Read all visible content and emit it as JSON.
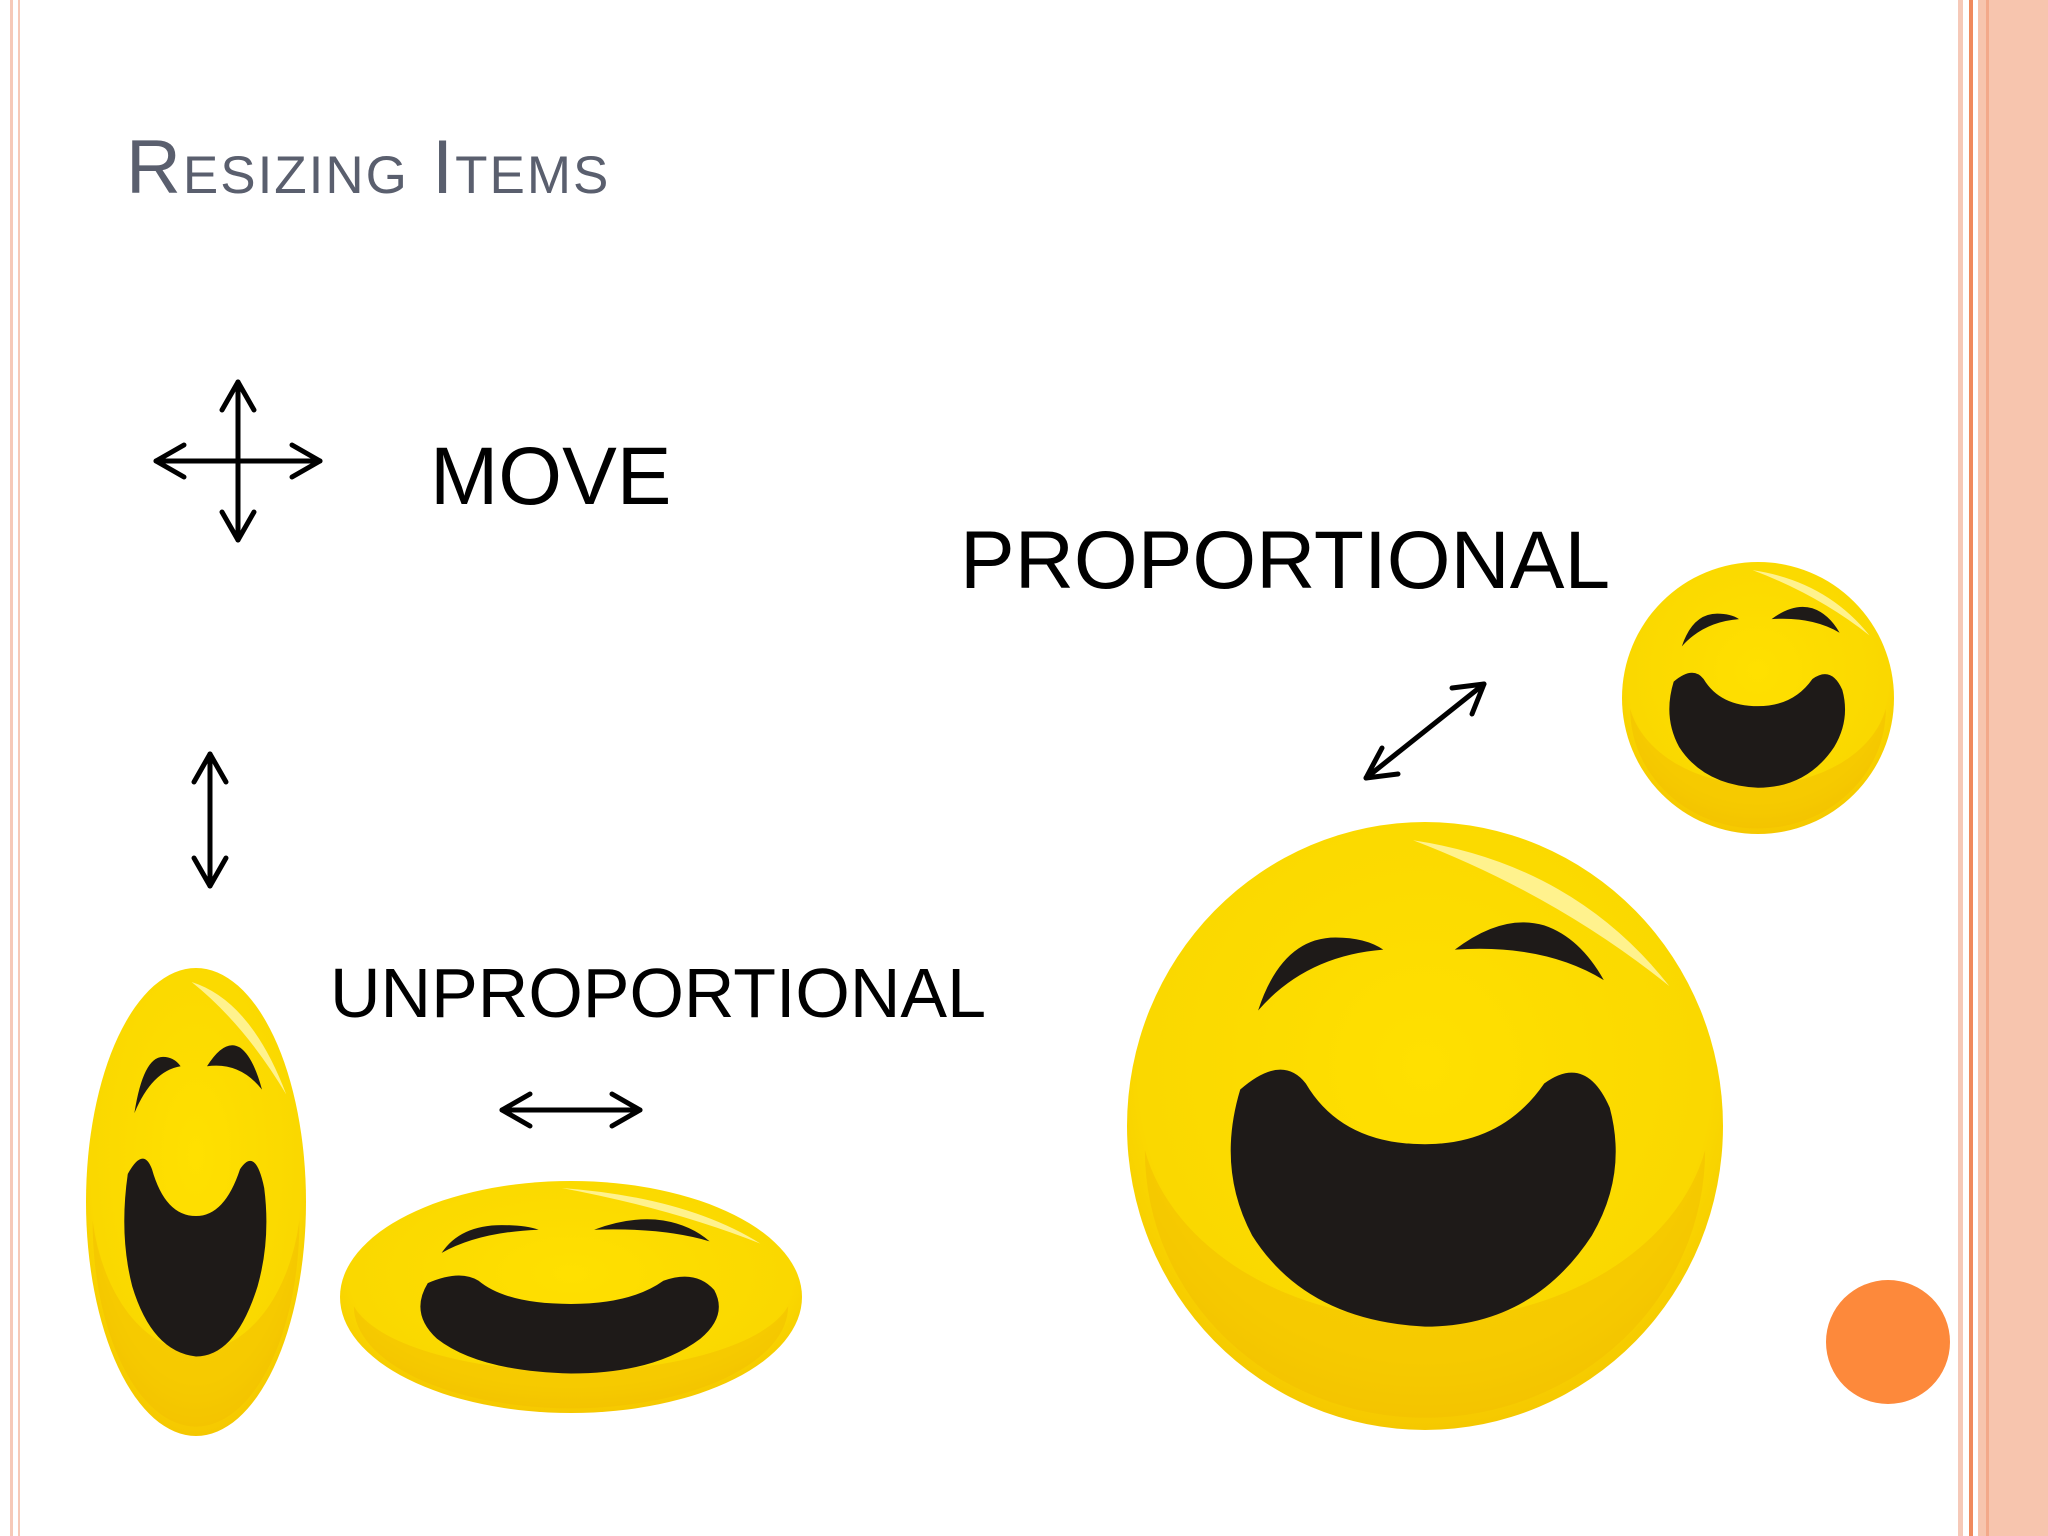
{
  "slide": {
    "title": "Resizing Items",
    "labels": {
      "move": "MOVE",
      "proportional": "PROPORTIONAL",
      "unproportional": "UNPROPORTIONAL"
    },
    "colors": {
      "title": "#5a5f6e",
      "border_light": "#f6c9b8",
      "border_accent": "#f08a5d",
      "smiley_face": "#fad800",
      "smiley_mouth": "#1e1a18",
      "orange_dot": "#fd893b"
    },
    "icons": [
      "four-way-move-arrow-icon",
      "vertical-resize-arrow-icon",
      "horizontal-resize-arrow-icon",
      "diagonal-resize-arrow-icon",
      "smiley-face-icon"
    ]
  }
}
